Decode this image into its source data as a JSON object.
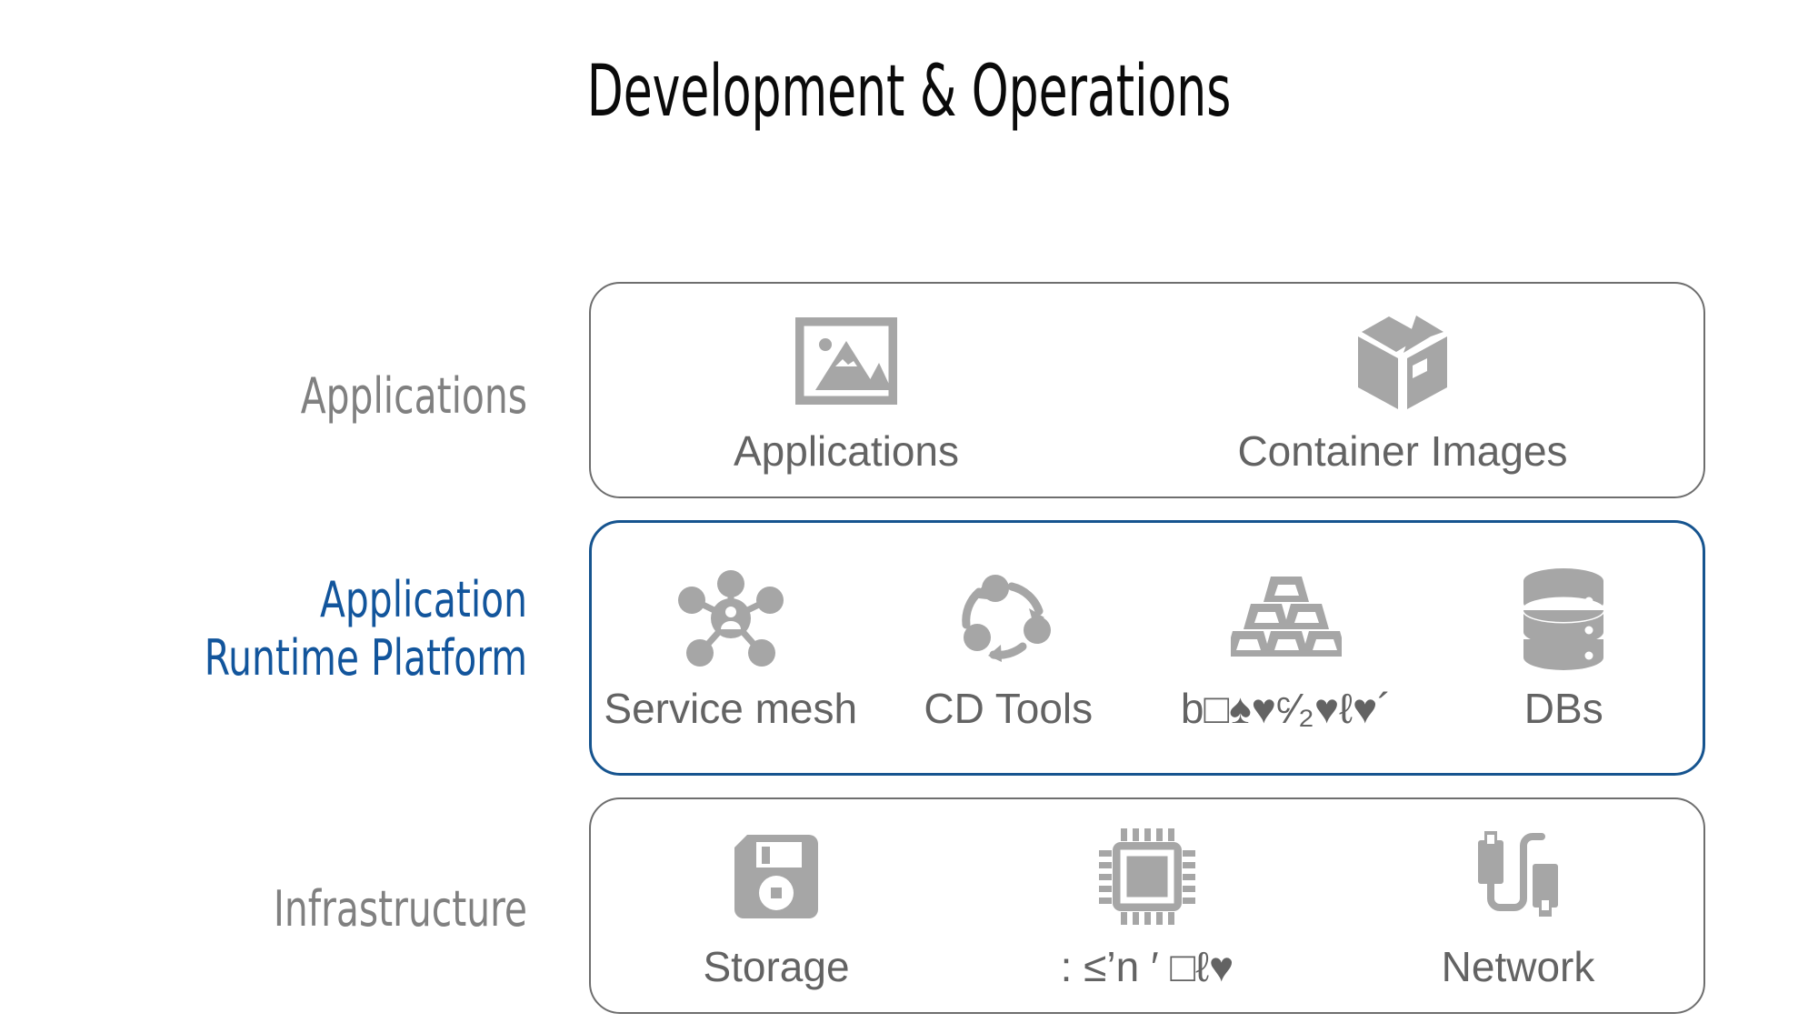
{
  "slide": {
    "title": "Development & Operations",
    "background": "#ffffff"
  },
  "colors": {
    "accent_blue": "#16548f",
    "label_gray": "#808080",
    "icon_gray": "#a6a6a6",
    "caption_gray": "#636363",
    "border_gray": "#6e6e6e"
  },
  "side_labels": [
    {
      "id": "applications",
      "text": "Applications",
      "color": "#808080"
    },
    {
      "id": "runtime",
      "text": "Application\nRuntime Platform",
      "color": "#12559c"
    },
    {
      "id": "infrastructure",
      "text": "Infrastructure",
      "color": "#808080"
    }
  ],
  "bands": [
    {
      "id": "applications",
      "border_color": "#6e6e6e",
      "highlighted": false,
      "tiles": [
        {
          "label": "Applications",
          "icon": "picture-icon"
        },
        {
          "label": "Container Images",
          "icon": "package-box-icon"
        }
      ]
    },
    {
      "id": "runtime",
      "border_color": "#16548f",
      "highlighted": true,
      "tiles": [
        {
          "label": "Service mesh",
          "icon": "service-mesh-hub-icon"
        },
        {
          "label": "CD Tools",
          "icon": "continuous-delivery-cycle-icon"
        },
        {
          "label": "b□♠♥ᶜ⁄₂♥ℓ♥´",
          "icon": "stacked-blocks-pyramid-icon"
        },
        {
          "label": "DBs",
          "icon": "database-cylinder-icon"
        }
      ]
    },
    {
      "id": "infrastructure",
      "border_color": "#6e6e6e",
      "highlighted": false,
      "tiles": [
        {
          "label": "Storage",
          "icon": "floppy-disk-icon"
        },
        {
          "label": ": ≤’n ′ □ℓ♥",
          "icon": "cpu-chip-icon"
        },
        {
          "label": "Network",
          "icon": "usb-cable-network-icon"
        }
      ]
    }
  ]
}
